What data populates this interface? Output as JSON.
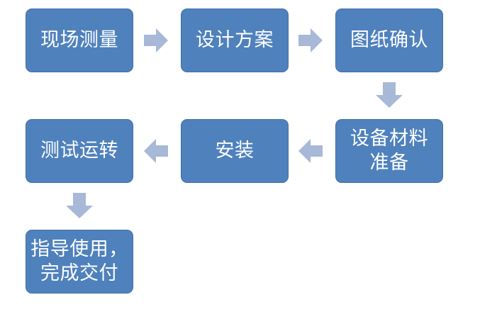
{
  "colors": {
    "box_fill": "#4f81bd",
    "box_border": "#3f6fa8",
    "arrow_fill": "#a7b9d7"
  },
  "steps": [
    {
      "label": "现场测量"
    },
    {
      "label": "设计方案"
    },
    {
      "label": "图纸确认"
    },
    {
      "label": "设备材料\n准备"
    },
    {
      "label": "安装"
    },
    {
      "label": "测试运转"
    },
    {
      "label": "指导使用，\n完成交付"
    }
  ],
  "arrows": [
    {
      "icon": "arrow-right-icon"
    },
    {
      "icon": "arrow-right-icon"
    },
    {
      "icon": "arrow-down-icon"
    },
    {
      "icon": "arrow-left-icon"
    },
    {
      "icon": "arrow-left-icon"
    },
    {
      "icon": "arrow-down-icon"
    }
  ]
}
